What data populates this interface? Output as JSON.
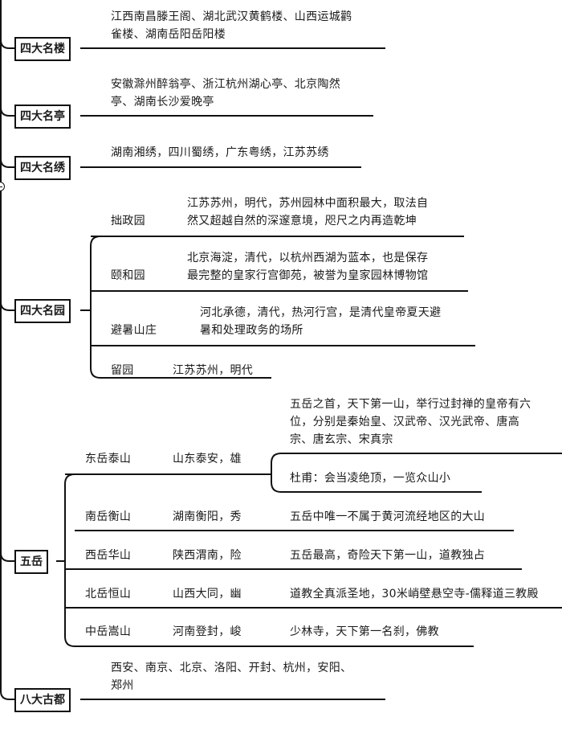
{
  "nodes": {
    "lou": {
      "title": "四大名楼",
      "lines": [
        "江西南昌滕王阁、湖北武汉黄鹤楼、山西运城鹳",
        "雀楼、湖南岳阳岳阳楼"
      ]
    },
    "ting": {
      "title": "四大名亭",
      "lines": [
        "安徽滁州醉翁亭、浙江杭州湖心亭、北京陶然",
        "亭、湖南长沙爱晚亭"
      ]
    },
    "xiu": {
      "title": "四大名绣",
      "lines": [
        "湖南湘绣，四川蜀绣，广东粤绣，江苏苏绣"
      ]
    },
    "yuan": {
      "title": "四大名园",
      "items": [
        {
          "name": "拙政园",
          "lines": [
            "江苏苏州，明代，苏州园林中面积最大，取法自",
            "然又超越自然的深邃意境，咫尺之内再造乾坤"
          ]
        },
        {
          "name": "颐和园",
          "lines": [
            "北京海淀，清代，以杭州西湖为蓝本，也是保存",
            "最完整的皇家行宫御苑，被誉为皇家园林博物馆"
          ]
        },
        {
          "name": "避暑山庄",
          "lines": [
            "河北承德，清代，热河行宫，是清代皇帝夏天避",
            "暑和处理政务的场所"
          ]
        },
        {
          "name": "留园",
          "lines": [
            "江苏苏州，明代"
          ]
        }
      ]
    },
    "yue": {
      "title": "五岳",
      "items": [
        {
          "name": "东岳泰山",
          "place": "山东泰安，雄",
          "notes": [
            {
              "lines": [
                "五岳之首，天下第一山，举行过封禅的皇帝有六",
                "位，分别是秦始皇、汉武帝、汉光武帝、唐高",
                "宗、唐玄宗、宋真宗"
              ]
            },
            {
              "lines": [
                "杜甫：会当凌绝顶，一览众山小"
              ]
            }
          ]
        },
        {
          "name": "南岳衡山",
          "place": "湖南衡阳，秀",
          "note": "五岳中唯一不属于黄河流经地区的大山"
        },
        {
          "name": "西岳华山",
          "place": "陕西渭南，险",
          "note": "五岳最高，奇险天下第一山，道教独占"
        },
        {
          "name": "北岳恒山",
          "place": "山西大同，幽",
          "note": "道教全真派圣地，30米峭壁悬空寺-儒释道三教殿"
        },
        {
          "name": "中岳嵩山",
          "place": "河南登封，峻",
          "note": "少林寺，天下第一名刹，佛教"
        }
      ]
    },
    "du": {
      "title": "八大古都",
      "lines": [
        "西安、南京、北京、洛阳、开封、杭州，安阳、",
        "郑州"
      ]
    }
  }
}
